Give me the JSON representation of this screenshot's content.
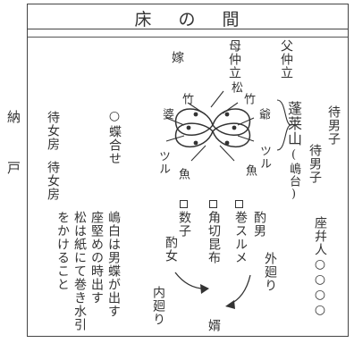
{
  "title": "床 の 間",
  "side_label": [
    "納",
    "戸"
  ],
  "top_labels": {
    "bride": "嫁",
    "bride_relative": "母仲立",
    "groom_relative": "父仲立"
  },
  "horai": {
    "label": "蓬莱山",
    "sub_label": "(嶋台)",
    "pine": "松",
    "bamboo_left": "竹",
    "bamboo_right": "竹",
    "plum_left": "婆",
    "plum_right": "爺",
    "crane_left": "ツル",
    "crane_right": "ツル",
    "fish_left": "魚",
    "fish_right": "魚"
  },
  "left_side": {
    "maids_1": "待女房",
    "maids_2": "待女房",
    "butterfly_symbol": "○",
    "butterfly": "蝶合せ"
  },
  "right_side": {
    "men_1": "待男子",
    "men_2": "待男子",
    "seated": "座幷人",
    "circles": [
      "○",
      "○",
      "○",
      "○"
    ]
  },
  "offerings": {
    "kazunoko": "数子",
    "kakukiri": "角切昆布",
    "makisurume": "巻スルメ",
    "female_server": "酌女",
    "male_server": "酌男"
  },
  "notes": [
    "嶋白は男蝶が出す",
    "座堅めの時出す",
    "松は紙にて巻き水引",
    "をかけること"
  ],
  "flows": {
    "inner": "内廻り",
    "outer": "外廻り",
    "center": "婿"
  }
}
